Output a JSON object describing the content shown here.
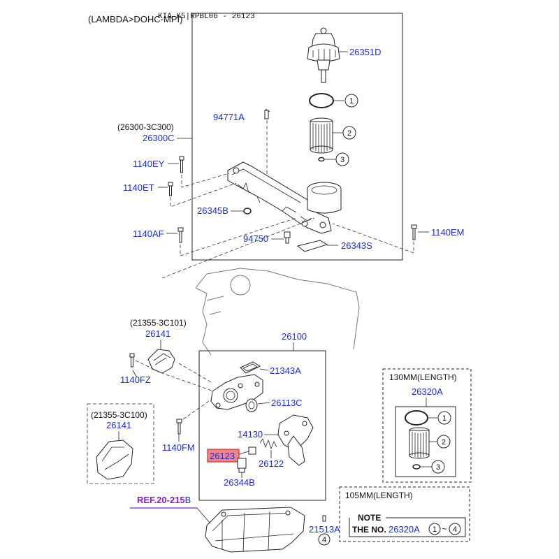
{
  "header": {
    "section": "(LAMBDA>DOHC-MPI)",
    "code": "KIA K5|RPBL06 - 26123"
  },
  "callouts": {
    "c26351D": "26351D",
    "c94771A": "94771A",
    "c26300_3C300": "(26300-3C300)",
    "c26300C": "26300C",
    "c1140EY": "1140EY",
    "c1140ET": "1140ET",
    "c26345B": "26345B",
    "c1140AF": "1140AF",
    "c94750": "94750",
    "c26343S": "26343S",
    "c1140EM": "1140EM",
    "c21355_3C101": "(21355-3C101)",
    "c26141a": "26141",
    "c1140FZ": "1140FZ",
    "c26100": "26100",
    "c21343A": "21343A",
    "c26113C": "26113C",
    "c14130": "14130",
    "c26123": "26123",
    "c26122": "26122",
    "c26344B": "26344B",
    "c1140FM": "1140FM",
    "c21355_3C100": "(21355-3C100)",
    "c26141b": "26141",
    "c21513A": "21513A",
    "ref_prefix": "REF.20-215",
    "ref_suffix": "B"
  },
  "circle_numbers": {
    "n1": "1",
    "n2": "2",
    "n3": "3",
    "n4": "4"
  },
  "box130": {
    "title": "130MM(LENGTH)",
    "part": "26320A"
  },
  "box105": {
    "title": "105MM(LENGTH)",
    "note_label": "NOTE",
    "note_prefix": "THE NO.",
    "note_part": "26320A",
    "note_from": "1",
    "note_tilde": "~",
    "note_to": "4"
  },
  "highlight": {
    "part": "26123",
    "color": "#f05a5a"
  },
  "colors": {
    "label": "#1a2fd6",
    "ref": "#8a1ec8",
    "line": "#222222"
  }
}
